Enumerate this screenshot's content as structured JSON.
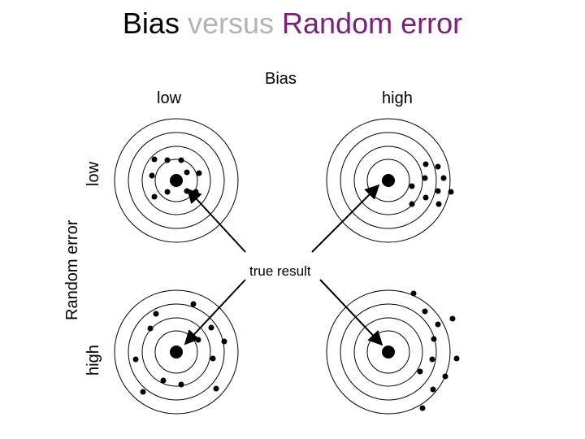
{
  "title": {
    "part1": "Bias",
    "part2": "versus",
    "part3": "Random error",
    "colors": {
      "part1": "#000000",
      "part2": "#b3b3b3",
      "part3": "#7a1f7a"
    }
  },
  "axes": {
    "bias_label": "Bias",
    "bias_low": "low",
    "bias_high": "high",
    "random_label": "Random error",
    "random_low": "low",
    "random_high": "high"
  },
  "annotation": "true result"
}
